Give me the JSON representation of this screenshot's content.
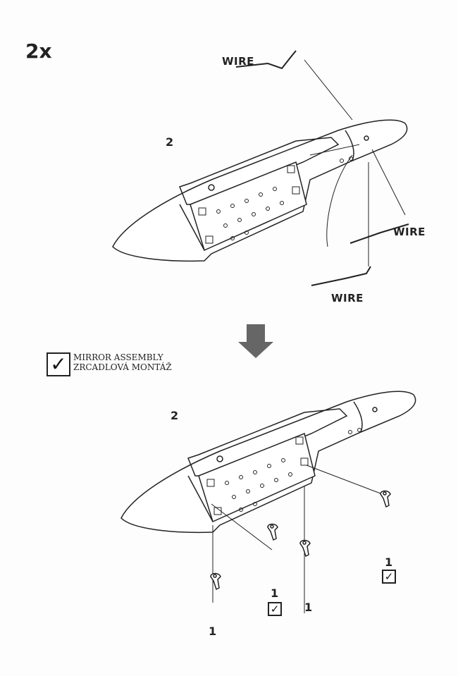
{
  "quantity": "2x",
  "wire_labels": [
    "WIRE",
    "WIRE",
    "WIRE"
  ],
  "part_numbers": {
    "pod_top": "2",
    "pod_bottom": "2",
    "mirrors": [
      "1",
      "1",
      "1",
      "1"
    ]
  },
  "mirror_note": {
    "line1": "MIRROR  ASSEMBLY",
    "line2": "ZRCADLOVÁ MONTÁŽ"
  }
}
